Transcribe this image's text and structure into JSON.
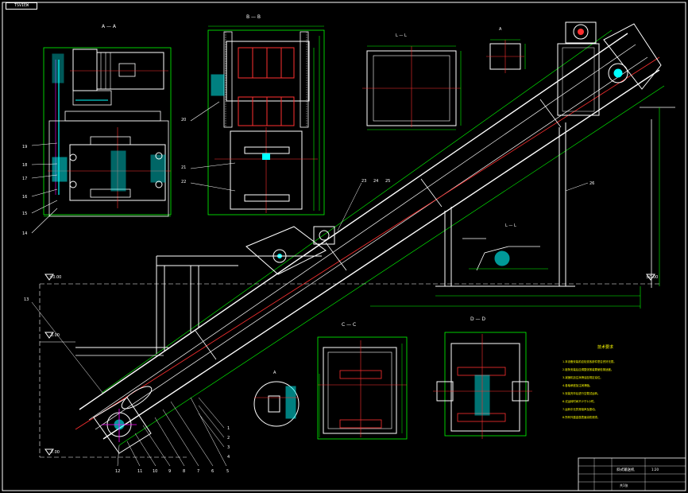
{
  "corner_tag": "TSVIEW",
  "view_titles": {
    "view_a": "A — A",
    "view_b": "B — B",
    "view_c": "C — C",
    "view_d": "D — D",
    "view_l": "L — L",
    "detail_a": "A"
  },
  "elevations": {
    "top_level": "±0.00",
    "mid_level": "-3.00",
    "bottom_level": "-7.00",
    "right_level": "±0.00"
  },
  "part_callouts": [
    "1",
    "2",
    "3",
    "4",
    "5",
    "6",
    "7",
    "8",
    "9",
    "10",
    "11",
    "12",
    "13",
    "14",
    "15",
    "16",
    "17",
    "18",
    "19",
    "20",
    "21",
    "22",
    "23",
    "24",
    "25",
    "26"
  ],
  "tech_requirements_title": "技术要求",
  "tech_requirements": [
    "1.本设备安装前应检查各部件是否完好无损。",
    "2.链条安装后应调整张紧装置使松紧适度。",
    "3.减速机加注润滑油至规定油位。",
    "4.各轴承座加注润滑脂。",
    "5.安装完毕后进行空载试运转。",
    "6.试运转时间不少于2小时。",
    "7.运转中无异常噪声及振动。",
    "8.所有外露金属表面涂防锈漆。"
  ],
  "title_block": {
    "drawing_name": "斜式输送机",
    "scale": "1:20",
    "sheet": "共1张"
  },
  "colors": {
    "background": "#000000",
    "outline": "#ffffff",
    "dimension": "#00ff00",
    "centerline": "#ff3030",
    "section": "#00ffff",
    "hidden": "#ffff00",
    "marker": "#ff00ff"
  }
}
